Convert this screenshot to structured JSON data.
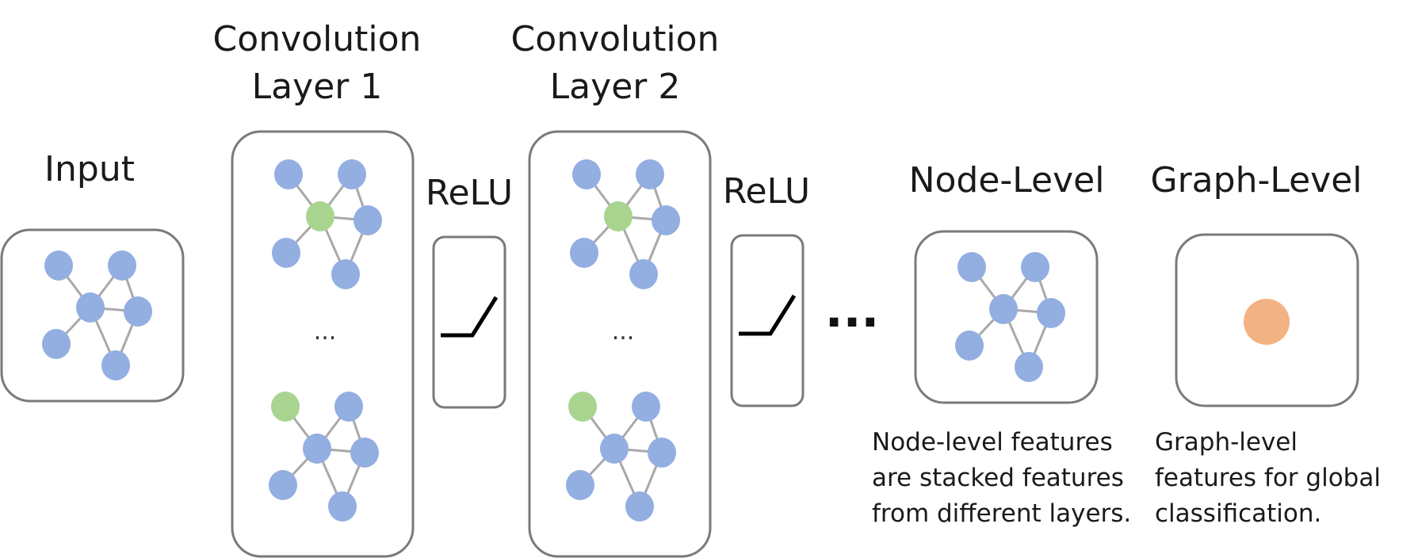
{
  "labels": {
    "input": "Input",
    "conv1_line1": "Convolution",
    "conv1_line2": "Layer 1",
    "conv2_line1": "Convolution",
    "conv2_line2": "Layer 2",
    "relu1": "ReLU",
    "relu2": "ReLU",
    "node_level": "Node-Level",
    "graph_level": "Graph-Level",
    "inner_ellipsis_1": "...",
    "inner_ellipsis_2": "...",
    "continuation": "..."
  },
  "captions": {
    "node_level": [
      "Node-level features",
      "are stacked features",
      "from different layers."
    ],
    "graph_level": [
      "Graph-level",
      "features for global",
      "classification."
    ]
  },
  "colors": {
    "node_blue": "#93aee0",
    "node_green": "#a8d48f",
    "node_orange": "#f2b283",
    "edge": "#a9a9a9",
    "box": "#7a7a7a"
  }
}
